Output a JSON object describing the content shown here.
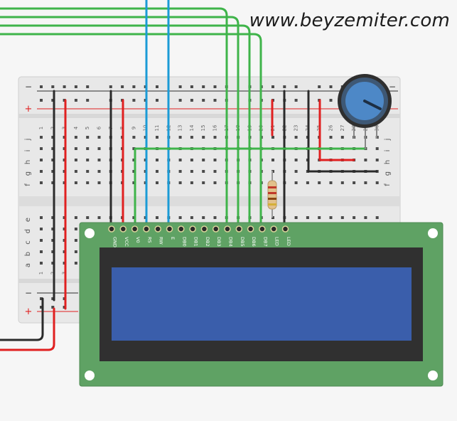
{
  "watermark": "www.beyzemiter.com",
  "breadboard": {
    "rail_minus": "−",
    "rail_plus": "+",
    "top_rows": [
      "j",
      "i",
      "h",
      "g",
      "f"
    ],
    "bottom_rows": [
      "e",
      "d",
      "c",
      "b",
      "a"
    ],
    "column_numbers": [
      "1",
      "2",
      "3",
      "4",
      "5",
      "6",
      "7",
      "8",
      "9",
      "10",
      "11",
      "12",
      "13",
      "14",
      "15",
      "16",
      "17",
      "18",
      "19",
      "20",
      "21",
      "22",
      "23",
      "24",
      "25",
      "26",
      "27",
      "28",
      "29",
      "30"
    ]
  },
  "lcd": {
    "pins": [
      "GND",
      "VCC",
      "V0",
      "RS",
      "RW",
      "E",
      "DB0",
      "DB1",
      "DB2",
      "DB3",
      "DB4",
      "DB5",
      "DB6",
      "DB7",
      "LED",
      "LED"
    ]
  },
  "colors": {
    "board": "#e9e9e9",
    "pcb": "#5fa264",
    "bezel": "#303030",
    "screen": "#3a5eab",
    "wire_green": "#3fb44a",
    "wire_blue": "#1b9bd6",
    "wire_red": "#e02020",
    "wire_black": "#2b2b2b",
    "pot_knob": "#4d88c7"
  }
}
